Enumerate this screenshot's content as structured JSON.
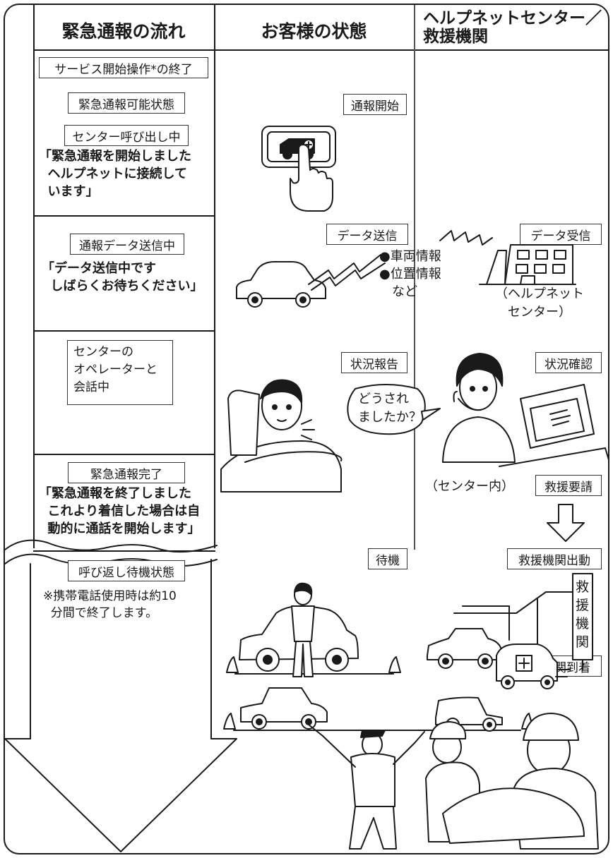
{
  "headers": {
    "flow": "緊急通報の流れ",
    "customer": "お客様の状態",
    "center_line1": "ヘルプネットセンター／",
    "center_line2": "救援機関"
  },
  "steps": {
    "service_end": "サービス開始操作*の終了",
    "ready": "緊急通報可能状態",
    "calling": "センター呼び出し中",
    "calling_msg": "「緊急通報を開始しました\n  ヘルプネットに接続して\n  います」",
    "sending": "通報データ送信中",
    "sending_msg": "「データ送信中です\n  しばらくお待ちください」",
    "talking": "センターの\nオペレーターと\n会話中",
    "complete": "緊急通報完了",
    "complete_msg": "「緊急通報を終了しました\n  これより着信した場合は自\n  動的に通話を開始します」",
    "callback": "呼び返し待機状態",
    "callback_note": "※携帯電話使用時は約10\n  分間で終了します。"
  },
  "customer_labels": {
    "start": "通報開始",
    "send": "データ送信",
    "report": "状況報告",
    "wait": "待機"
  },
  "center_labels": {
    "receive": "データ受信",
    "center_name": "（ヘルプネット\n　センター）",
    "confirm": "状況確認",
    "in_center": "（センター内）",
    "request": "救援要請",
    "dispatch": "救援機関出動",
    "arrival": "救援機関到着",
    "agency_sign": "救\n援\n機\n関"
  },
  "data_items": "●車両情報\n●位置情報\n　など",
  "speech": "どうされ\nましたか？"
}
